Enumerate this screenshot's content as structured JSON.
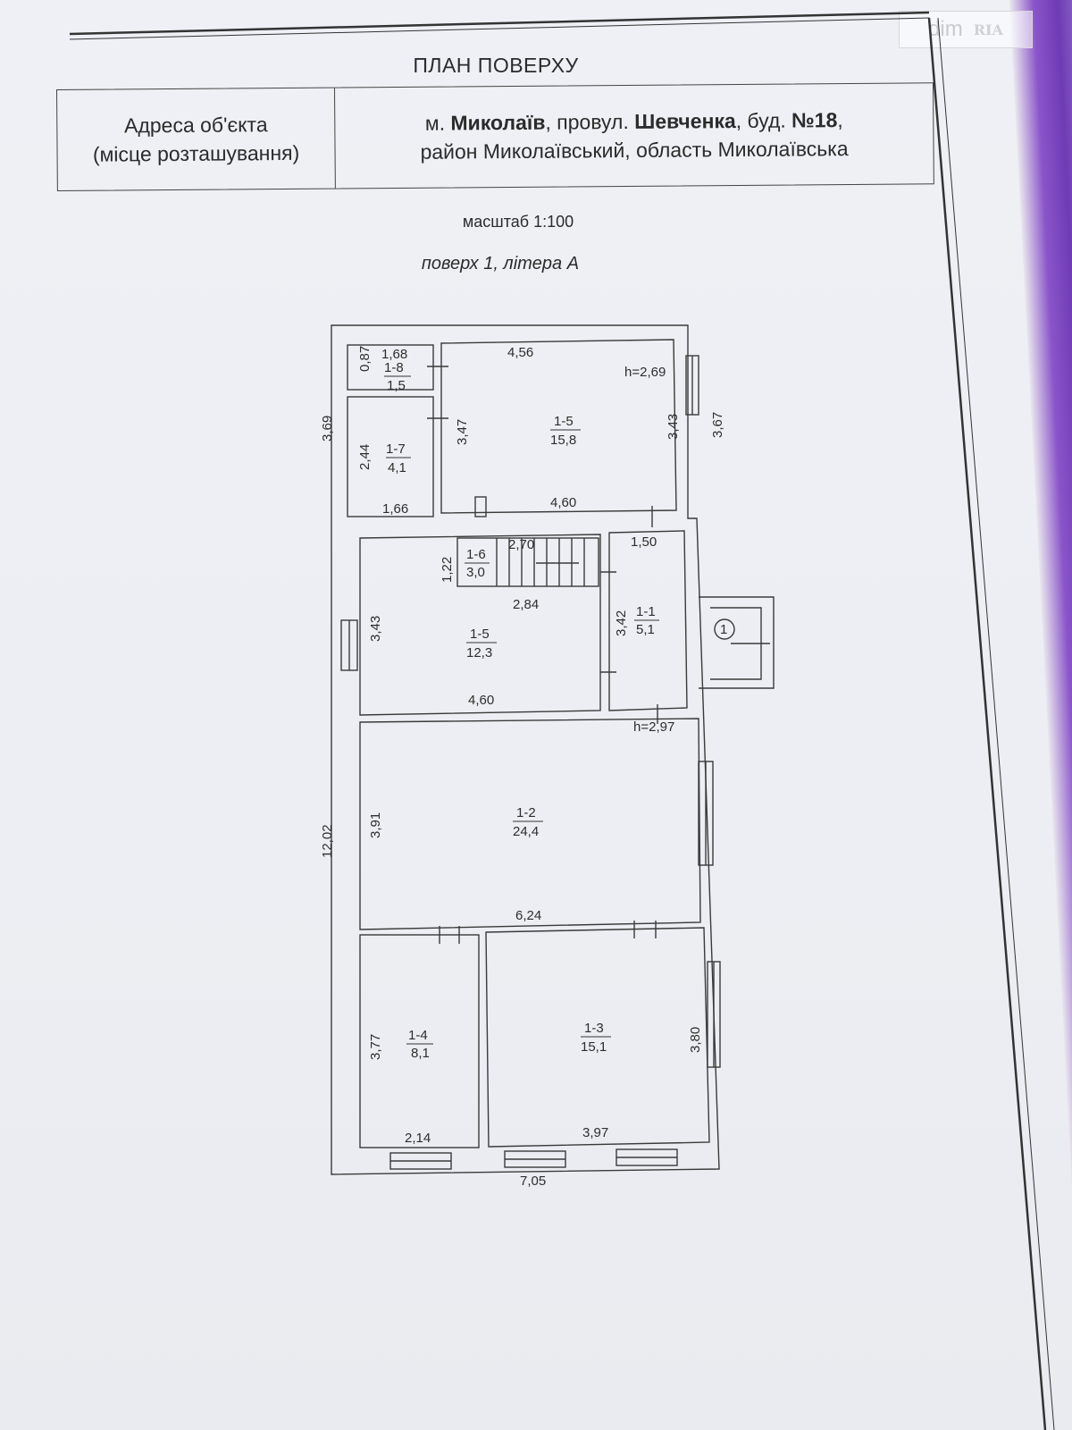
{
  "watermark": {
    "left": "dim",
    "right": "RIA"
  },
  "document": {
    "title": "ПЛАН ПОВЕРХУ",
    "address_label_line1": "Адреса об'єкта",
    "address_label_line2": "(місце розташування)",
    "address": {
      "city_prefix": "м. ",
      "city": "Миколаїв",
      "street_prefix": ", провул. ",
      "street": "Шевченка",
      "house_prefix": ", буд. ",
      "house": "№18",
      "house_suffix": ",",
      "line2": "район Миколаївський, область Миколаївська"
    },
    "scale": "масштаб 1:100",
    "floor": "поверх 1,  літера А"
  },
  "plan": {
    "rooms": [
      {
        "id": "1-8",
        "area": "1,5"
      },
      {
        "id": "1-7",
        "area": "4,1"
      },
      {
        "id": "1-5",
        "area": "15,8"
      },
      {
        "id": "1-6",
        "area": "3,0"
      },
      {
        "id": "1-5",
        "area": "12,3"
      },
      {
        "id": "1-1",
        "area": "5,1"
      },
      {
        "id": "1-2",
        "area": "24,4"
      },
      {
        "id": "1-4",
        "area": "8,1"
      },
      {
        "id": "1-3",
        "area": "15,1"
      }
    ],
    "dimensions": [
      "1,68",
      "0,87",
      "4,56",
      "h=2,69",
      "3,69",
      "3,47",
      "3,43",
      "3,67",
      "2,44",
      "1,66",
      "4,60",
      "1,50",
      "1,22",
      "2,70",
      "2,84",
      "3,43",
      "3,42",
      "4,60",
      "h=2,97",
      "3,91",
      "6,24",
      "12,02",
      "3,77",
      "3,80",
      "2,14",
      "3,97",
      "7,05"
    ],
    "entrance_marker": "1"
  }
}
